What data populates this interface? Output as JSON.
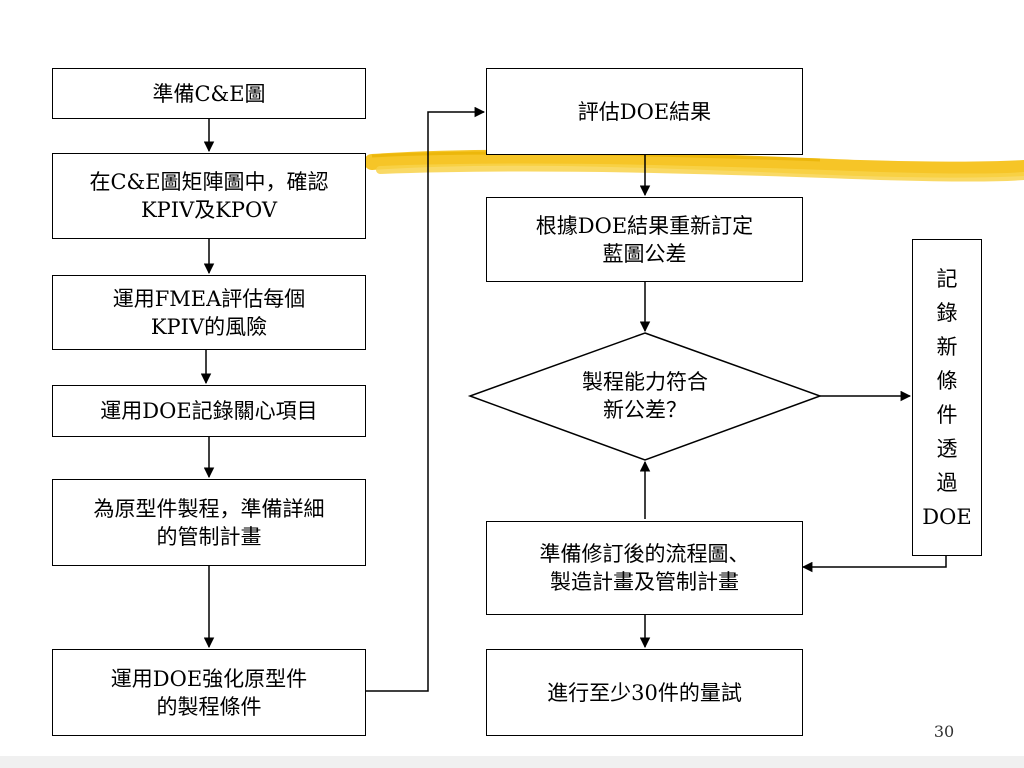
{
  "colors": {
    "highlight": "#f5c21b",
    "stroke": "#000000"
  },
  "left_column": [
    {
      "id": "l1",
      "text": "準備C&E圖"
    },
    {
      "id": "l2",
      "text": "在C&E圖矩陣圖中，確認\nKPIV及KPOV"
    },
    {
      "id": "l3",
      "text": "運用FMEA評估每個\nKPIV的風險"
    },
    {
      "id": "l4",
      "text": "運用DOE記錄關心項目"
    },
    {
      "id": "l5",
      "text": "為原型件製程，準備詳細\n的管制計畫"
    },
    {
      "id": "l6",
      "text": "運用DOE強化原型件\n的製程條件"
    }
  ],
  "right_column": [
    {
      "id": "r1",
      "text": "評估DOE結果"
    },
    {
      "id": "r2",
      "text": "根據DOE結果重新訂定\n藍圖公差"
    },
    {
      "id": "r3",
      "text": "準備修訂後的流程圖、\n製造計畫及管制計畫"
    },
    {
      "id": "r4",
      "text": "進行至少30件的量試"
    }
  ],
  "decision": {
    "text": "製程能力符合\n新公差？"
  },
  "side_box": {
    "chars": [
      "記",
      "錄",
      "新",
      "條",
      "件",
      "透",
      "過",
      "DOE"
    ]
  },
  "page_number": "30"
}
